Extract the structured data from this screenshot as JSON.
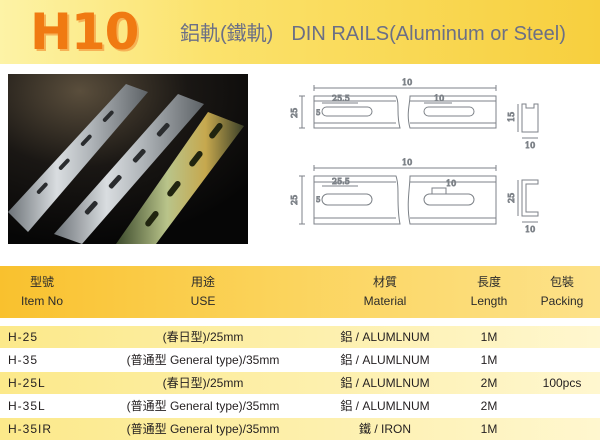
{
  "header": {
    "code": "H10",
    "title_cn": "鋁軌(鐵軌)",
    "title_en": "DIN RAILS(Aluminum or Steel)"
  },
  "drawing": {
    "dims": {
      "top_length": "10",
      "top_slot": "25.5",
      "top_notch": "10",
      "top_height": "25",
      "top_small": "5",
      "top_side_height": "15",
      "top_side_width": "10",
      "bot_length": "10",
      "bot_slot": "25.5",
      "bot_notch": "10",
      "bot_height": "25",
      "bot_small": "5",
      "bot_side_height": "25",
      "bot_side_width": "10"
    }
  },
  "table": {
    "headers": [
      {
        "cn": "型號",
        "en": "Item No"
      },
      {
        "cn": "用途",
        "en": "USE"
      },
      {
        "cn": "材質",
        "en": "Material"
      },
      {
        "cn": "長度",
        "en": "Length"
      },
      {
        "cn": "包裝",
        "en": "Packing"
      }
    ],
    "rows": [
      {
        "item": "H-25",
        "use": "(春日型)/25mm",
        "material": "鋁 / ALUMLNUM",
        "length": "1M"
      },
      {
        "item": "H-35",
        "use": "(普通型 General type)/35mm",
        "material": "鋁 / ALUMLNUM",
        "length": "1M"
      },
      {
        "item": "H-25L",
        "use": "(春日型)/25mm",
        "material": "鋁 / ALUMLNUM",
        "length": "2M"
      },
      {
        "item": "H-35L",
        "use": "(普通型 General type)/35mm",
        "material": "鋁 / ALUMLNUM",
        "length": "2M"
      },
      {
        "item": "H-35IR",
        "use": "(普通型 General type)/35mm",
        "material": "鐵 / IRON",
        "length": "1M"
      }
    ],
    "packing": "100pcs"
  },
  "colors": {
    "banner": "#f7cf3e",
    "code": "#f07a12",
    "title": "#6b6f86",
    "row_shade": "#fce98a"
  }
}
